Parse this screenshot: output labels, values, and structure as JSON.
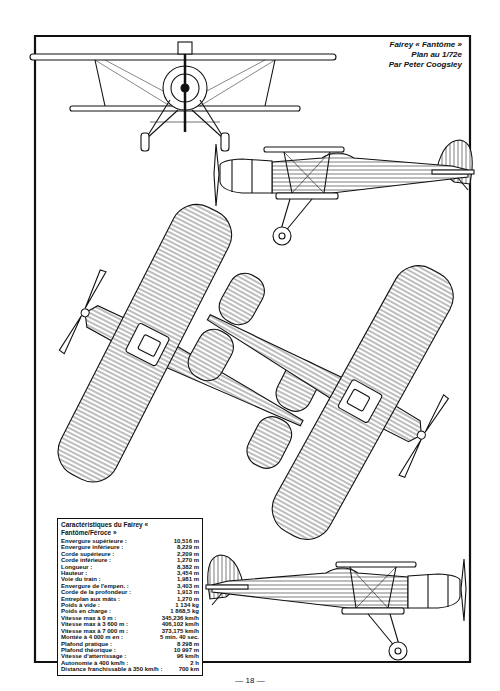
{
  "diagram": {
    "title": "Fairey « Fantôme »",
    "nodes": [
      {
        "text": [
          "Caractéristiques du Fairey « Fantôme/Féroce »"
        ]
      }
    ],
    "labels": [
      "Plan au 1/72e",
      "Par Peter Coogsley",
      "Envergure supérieure :",
      "10,516 m",
      "Envergure inférieure :",
      "8,229 m",
      "Corde supérieure :",
      "2,209 m",
      "Corde inférieure :",
      "1,270 m",
      "Longueur :",
      "8,382 m",
      "Hauteur :",
      "3,454 m",
      "Voie du train :",
      "1,981 m",
      "Envergure de l'empen. :",
      "3,403 m",
      "Corde de la profondeur :",
      "1,913 m",
      "Entreplan aux mâts :",
      "1,270 m",
      "Poids à vide :",
      "1 134 kg",
      "Poids en charge :",
      "1 868,5 kg",
      "Vitesse max à 0 m :",
      "345,236 km/h",
      "Vitesse max à 3 600 m :",
      "406,102 km/h",
      "Vitesse max à 7 000 m :",
      "373,175 km/h",
      "Montée à 4 000 m en :",
      "5 min. 40 sec.",
      "Plafond pratique :",
      "8 298 m",
      "Plafond théorique :",
      "10 997 m",
      "Vitesse d'atterrissage :",
      "96 km/h",
      "Autonomie à 400 km/h :",
      "2 h",
      "Distance franchissable à 350 km/h :",
      "700 km",
      "— 18 —"
    ]
  }
}
